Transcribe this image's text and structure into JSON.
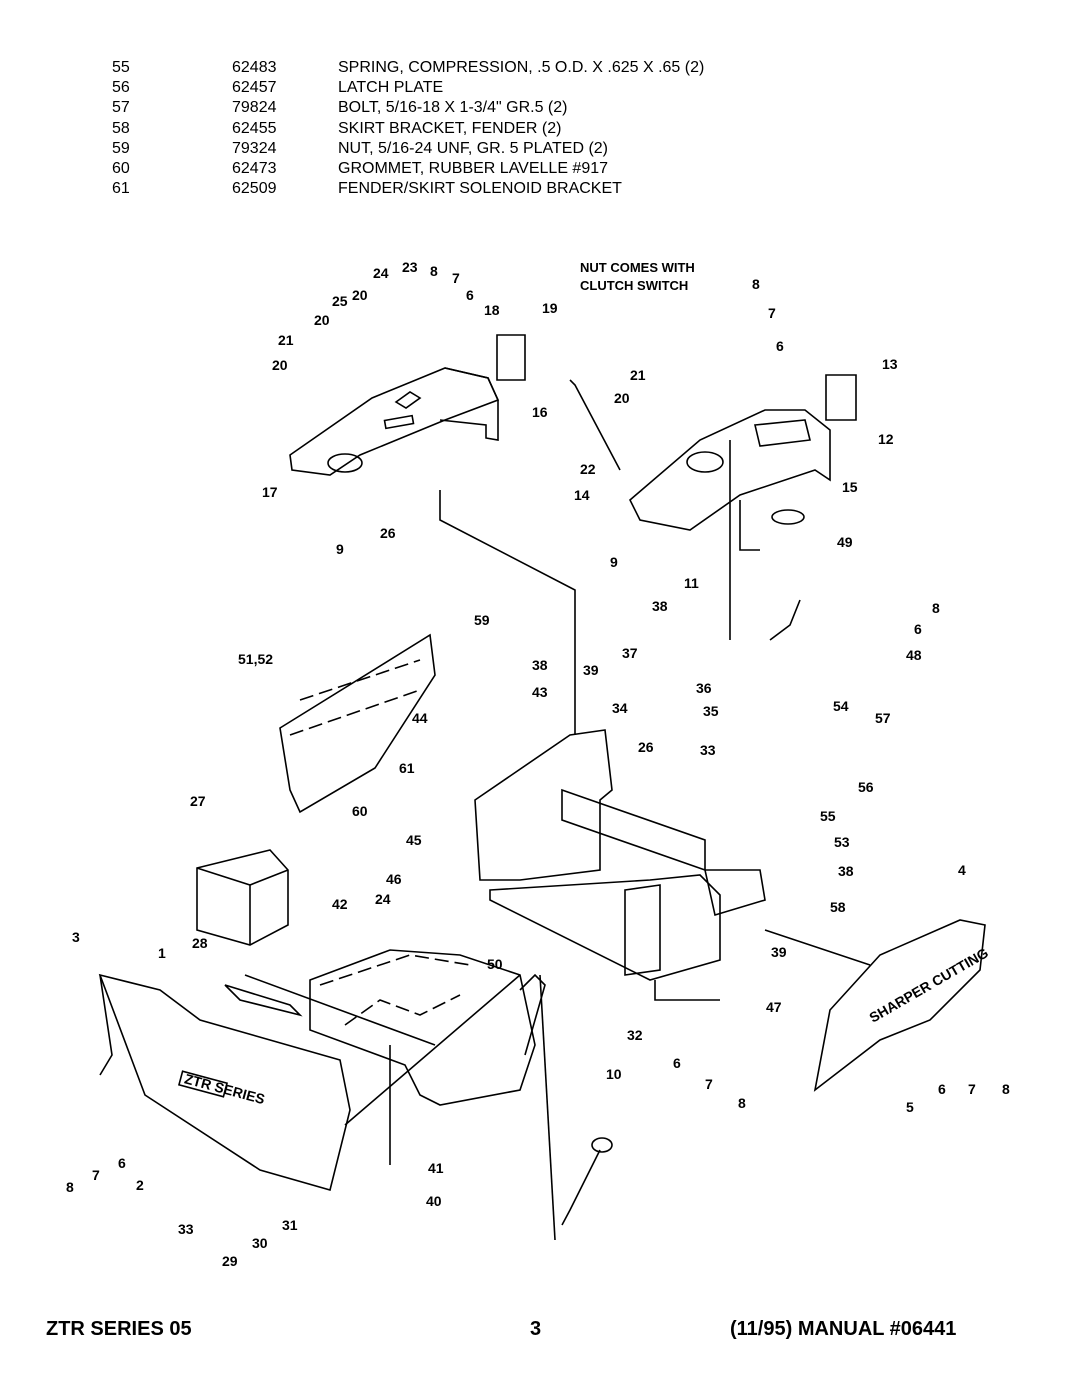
{
  "parts": [
    {
      "item": "55",
      "part": "62483",
      "desc": "SPRING, COMPRESSION, .5 O.D. X .625 X .65 (2)"
    },
    {
      "item": "56",
      "part": "62457",
      "desc": "LATCH PLATE"
    },
    {
      "item": "57",
      "part": "79824",
      "desc": "BOLT, 5/16-18 X 1-3/4\" GR.5 (2)"
    },
    {
      "item": "58",
      "part": "62455",
      "desc": "SKIRT BRACKET, FENDER (2)"
    },
    {
      "item": "59",
      "part": "79324",
      "desc": "NUT, 5/16-24 UNF, GR. 5 PLATED (2)"
    },
    {
      "item": "60",
      "part": "62473",
      "desc": "GROMMET, RUBBER LAVELLE #917"
    },
    {
      "item": "61",
      "part": "62509",
      "desc": "FENDER/SKIRT SOLENOID BRACKET"
    }
  ],
  "diagram": {
    "note_line1": "NUT COMES WITH",
    "note_line2": "CLUTCH SWITCH",
    "callouts": [
      "24",
      "23",
      "8",
      "7",
      "25",
      "20",
      "6",
      "18",
      "19",
      "20",
      "21",
      "20",
      "16",
      "17",
      "26",
      "9",
      "8",
      "7",
      "6",
      "13",
      "21",
      "20",
      "12",
      "22",
      "14",
      "15",
      "9",
      "11",
      "49",
      "8",
      "6",
      "48",
      "38",
      "59",
      "51,52",
      "37",
      "36",
      "38",
      "39",
      "43",
      "34",
      "35",
      "44",
      "26",
      "33",
      "54",
      "57",
      "61",
      "56",
      "27",
      "60",
      "55",
      "53",
      "45",
      "46",
      "38",
      "24",
      "42",
      "4",
      "58",
      "3",
      "1",
      "28",
      "50",
      "39",
      "47",
      "32",
      "10",
      "6",
      "7",
      "8",
      "5",
      "6",
      "7",
      "8",
      "8",
      "7",
      "6",
      "2",
      "33",
      "31",
      "41",
      "40",
      "29",
      "30"
    ],
    "decal_fender": "SHARPER CUTTING",
    "decal_skirt": "ZTR SERIES"
  },
  "footer": {
    "left": "ZTR SERIES 05",
    "page": "3",
    "right": "(11/95) MANUAL #06441"
  }
}
